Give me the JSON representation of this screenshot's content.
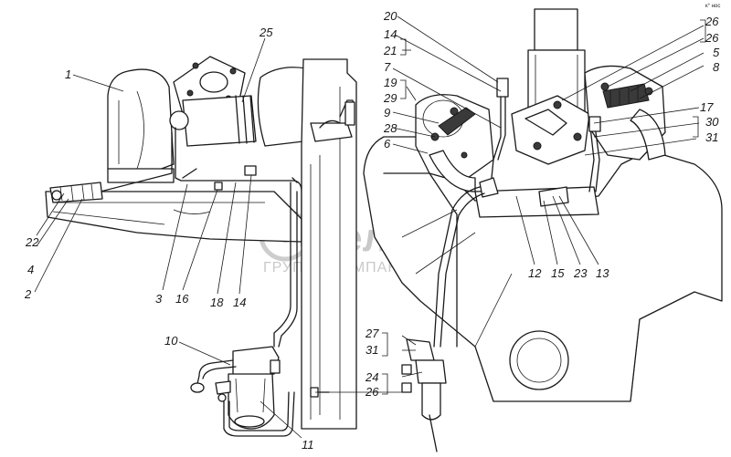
{
  "watermark": {
    "brand": "белаг",
    "subtitle": "ГРУППА КОМПАНИЙ"
  },
  "corner_mark": "к° нос",
  "callouts_left": [
    "1",
    "25",
    "22",
    "4",
    "2",
    "3",
    "16",
    "18",
    "14",
    "10",
    "11"
  ],
  "callouts_right": [
    "20",
    "14",
    "21",
    "7",
    "19",
    "29",
    "9",
    "28",
    "6",
    "26",
    "26",
    "5",
    "8",
    "17",
    "30",
    "31",
    "12",
    "15",
    "23",
    "13",
    "27",
    "31",
    "24",
    "26"
  ]
}
